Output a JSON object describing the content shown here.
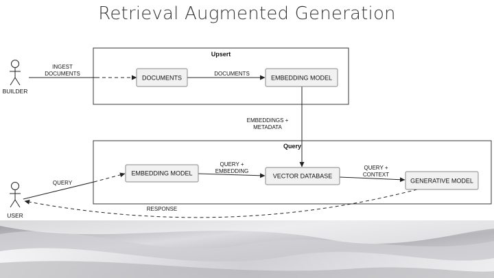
{
  "title": "Retrieval Augmented Generation",
  "actors": {
    "builder": "BUILDER",
    "user": "USER"
  },
  "groups": {
    "upsert": "Upsert",
    "query": "Query"
  },
  "nodes": {
    "documents": "DOCUMENTS",
    "embedding_model_upsert": "EMBEDDING MODEL",
    "embedding_model_query": "EMBEDDING MODEL",
    "vector_database": "VECTOR DATABASE",
    "generative_model": "GENERATIVE MODEL"
  },
  "edges": {
    "ingest_1": "INGEST",
    "ingest_2": "DOCUMENTS",
    "documents": "DOCUMENTS",
    "embeddings_1": "EMBEDDINGS +",
    "embeddings_2": "METADATA",
    "query": "QUERY",
    "query_embedding_1": "QUERY +",
    "query_embedding_2": "EMBEDDING",
    "query_context_1": "QUERY +",
    "query_context_2": "CONTEXT",
    "response": "RESPONSE"
  },
  "colors": {
    "box_fill": "#f1f1f1",
    "box_stroke": "#888888",
    "group_stroke": "#333333",
    "line": "#222222",
    "title": "#333333"
  }
}
